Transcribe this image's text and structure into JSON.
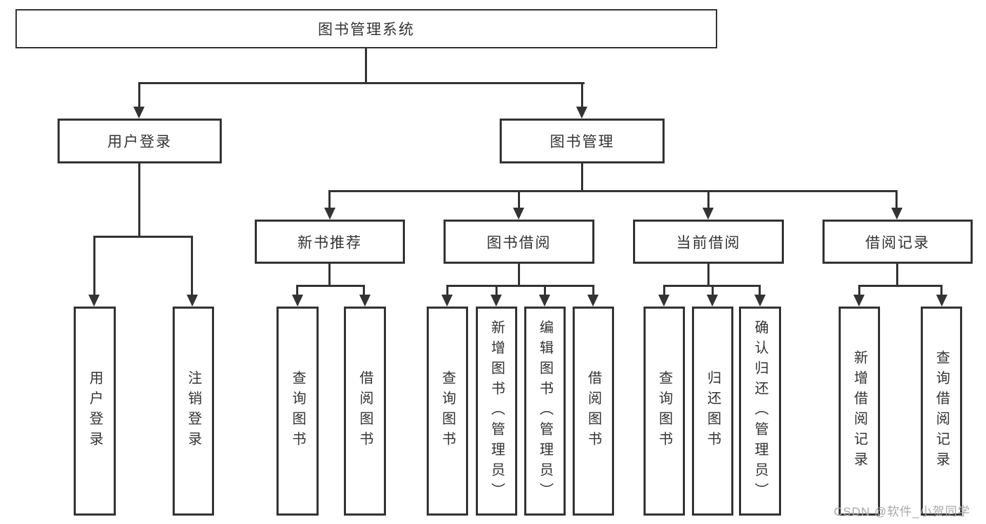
{
  "diagram": {
    "root": {
      "label": "图书管理系统"
    },
    "branches": [
      {
        "label": "用户登录",
        "children": [
          {
            "label": "用户登录"
          },
          {
            "label": "注销登录"
          }
        ]
      },
      {
        "label": "图书管理",
        "children": [
          {
            "label": "新书推荐",
            "children": [
              {
                "label": "查询图书"
              },
              {
                "label": "借阅图书"
              }
            ]
          },
          {
            "label": "图书借阅",
            "children": [
              {
                "label": "查询图书"
              },
              {
                "label": "新增图书（管理员）"
              },
              {
                "label": "编辑图书（管理员）"
              },
              {
                "label": "借阅图书"
              }
            ]
          },
          {
            "label": "当前借阅",
            "children": [
              {
                "label": "查询图书"
              },
              {
                "label": "归还图书"
              },
              {
                "label": "确认归还（管理员）"
              }
            ]
          },
          {
            "label": "借阅记录",
            "children": [
              {
                "label": "新增借阅记录"
              },
              {
                "label": "查询借阅记录"
              }
            ]
          }
        ]
      }
    ]
  },
  "watermark": {
    "text": "CSDN @软件_小贺同学"
  },
  "colors": {
    "line": "#333333",
    "text": "#333333",
    "watermark": "#a8a8a8",
    "background": "#ffffff"
  }
}
